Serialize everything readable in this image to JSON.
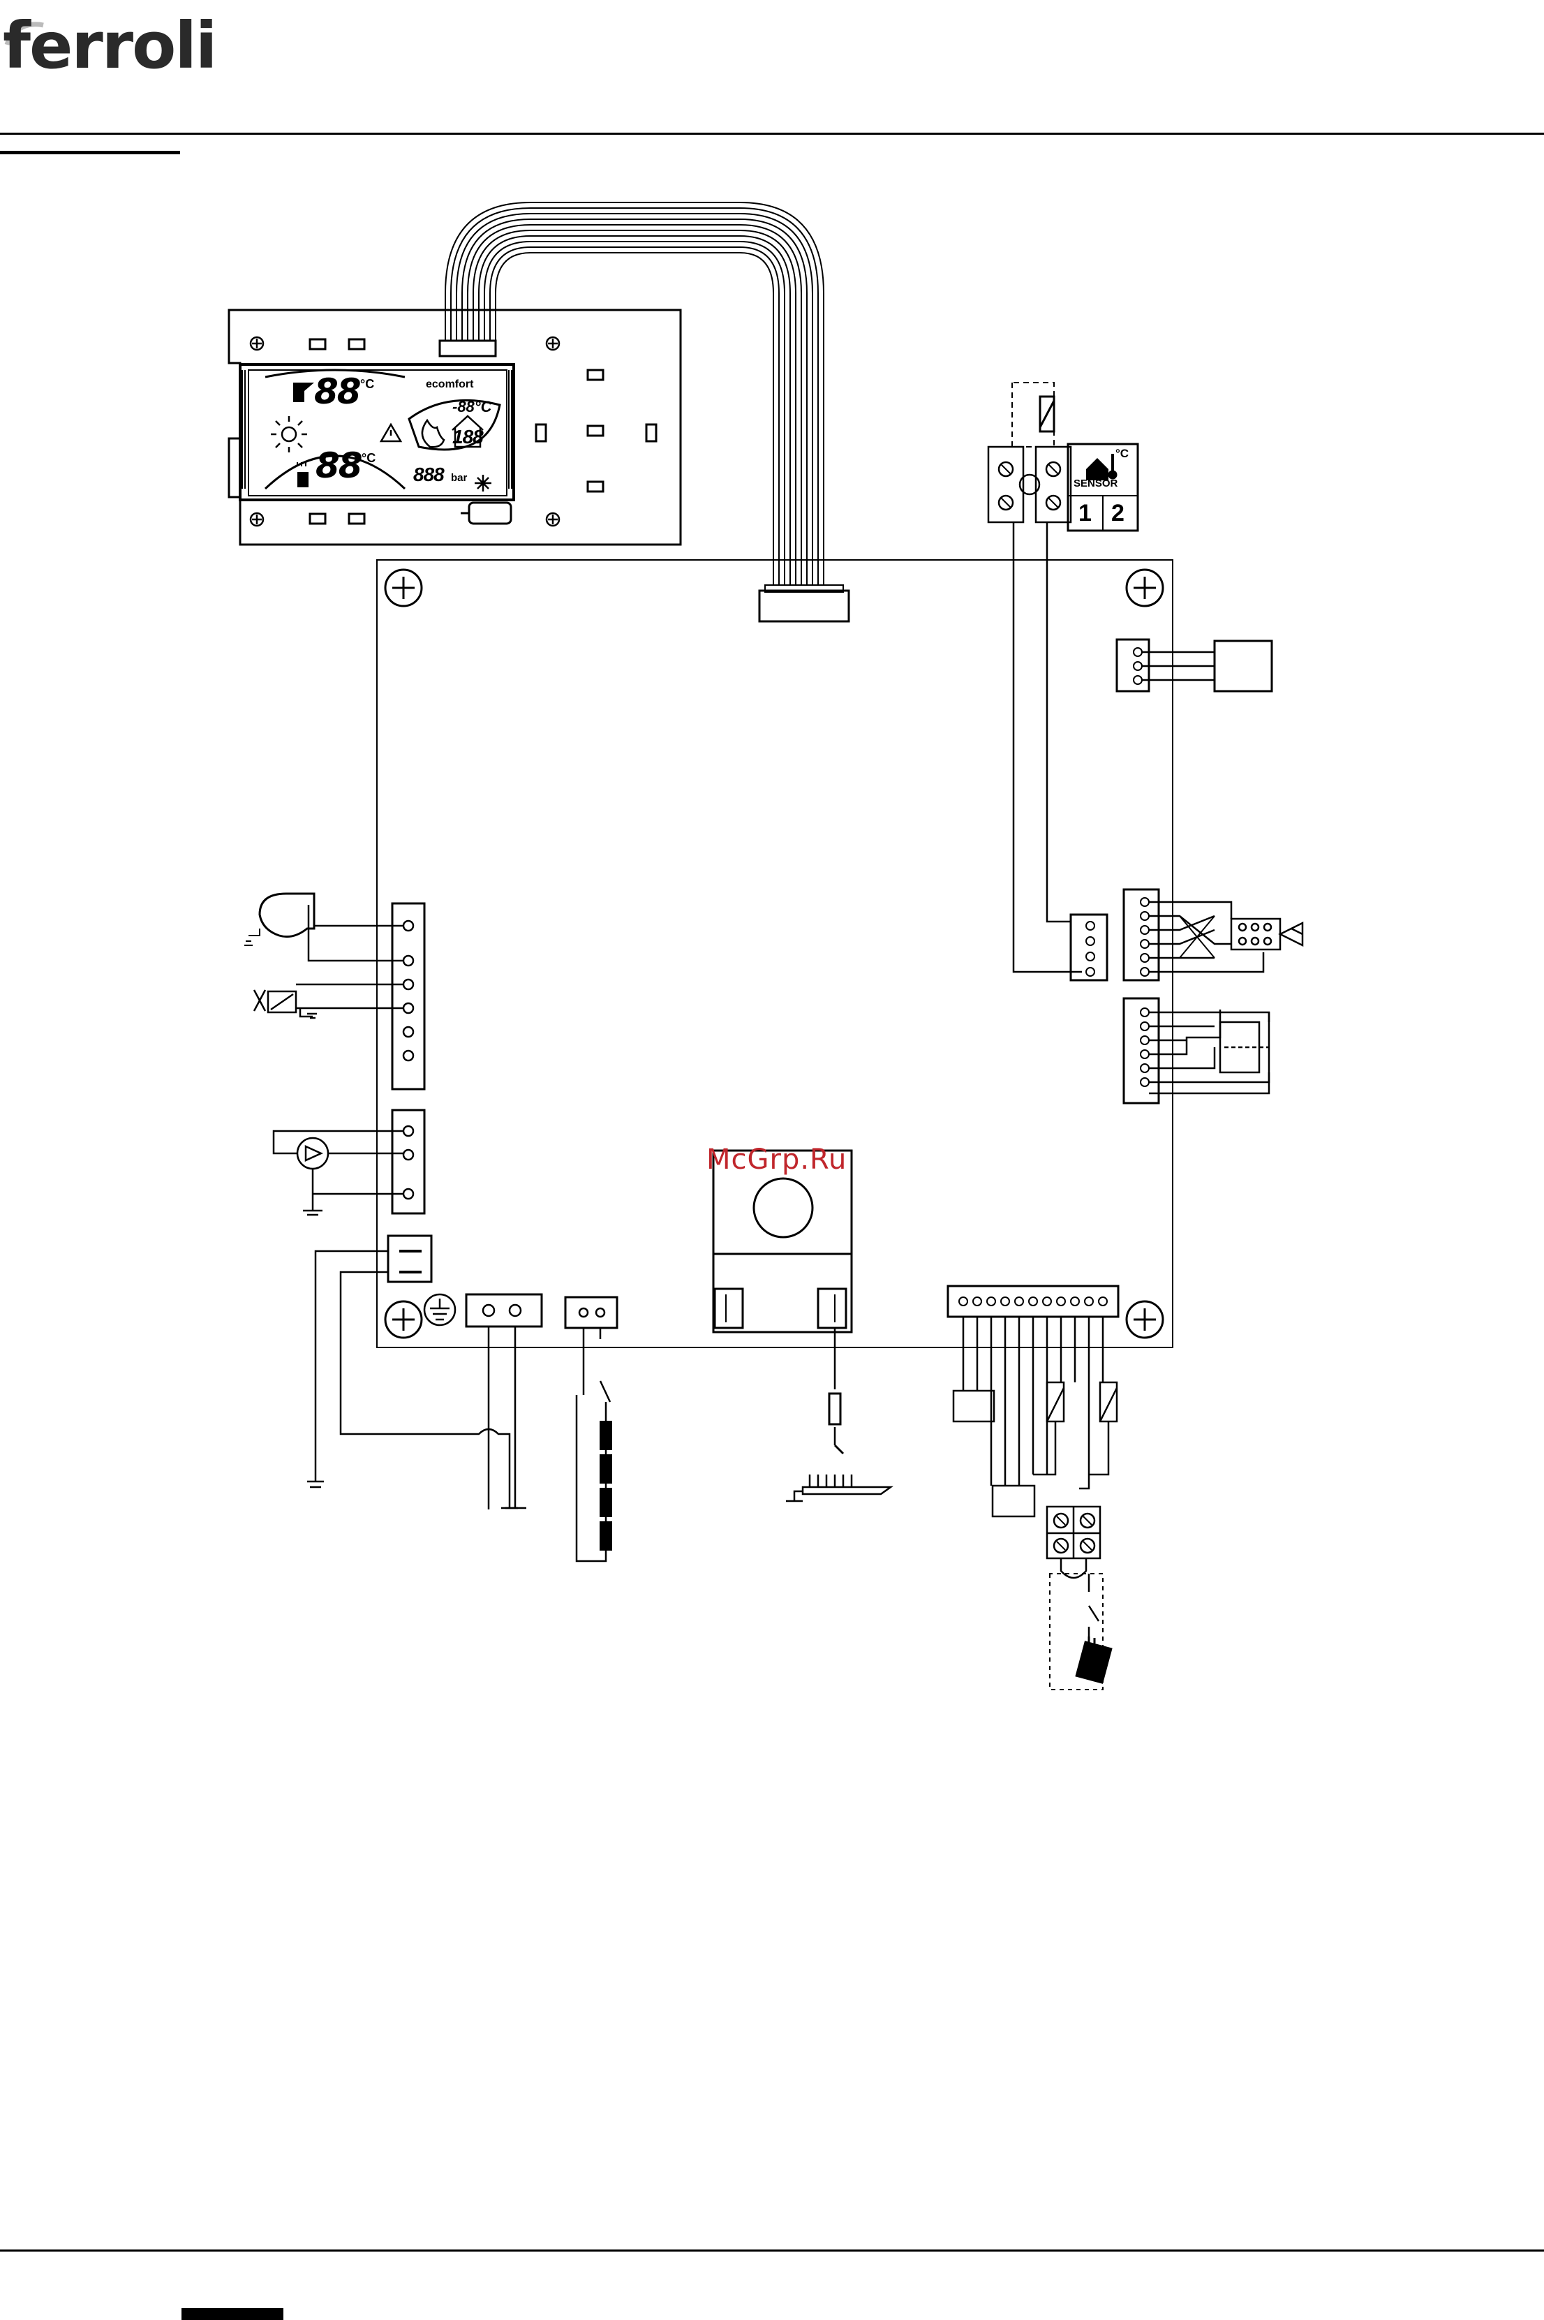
{
  "brand": {
    "name": "ferroli"
  },
  "watermark": {
    "text": "McGrp.Ru",
    "color": "#c0262c"
  },
  "display": {
    "dhw_digits": "88",
    "dhw_unit": "°C",
    "heating_digits": "88",
    "heating_unit": "°C",
    "brand_text": "ecomfort",
    "outdoor_temp": "-88°C",
    "room_digits": "188",
    "pressure_digits": "888",
    "pressure_unit": "bar"
  },
  "sensor_box": {
    "unit": "°C",
    "label": "SENSOR",
    "terminal_1": "1",
    "terminal_2": "2"
  },
  "icons": [
    "ferroli-logo-icon",
    "tap-icon",
    "radiator-icon",
    "sun-icon",
    "warning-icon",
    "flame-icon",
    "house-icon",
    "snowflake-icon",
    "fan-icon",
    "gas-valve-icon",
    "pump-icon",
    "ground-icon",
    "screw-icon",
    "thermostat-icon",
    "electrode-icon"
  ],
  "colors": {
    "line": "#000000",
    "background": "#ffffff",
    "watermark": "#c0262c"
  }
}
